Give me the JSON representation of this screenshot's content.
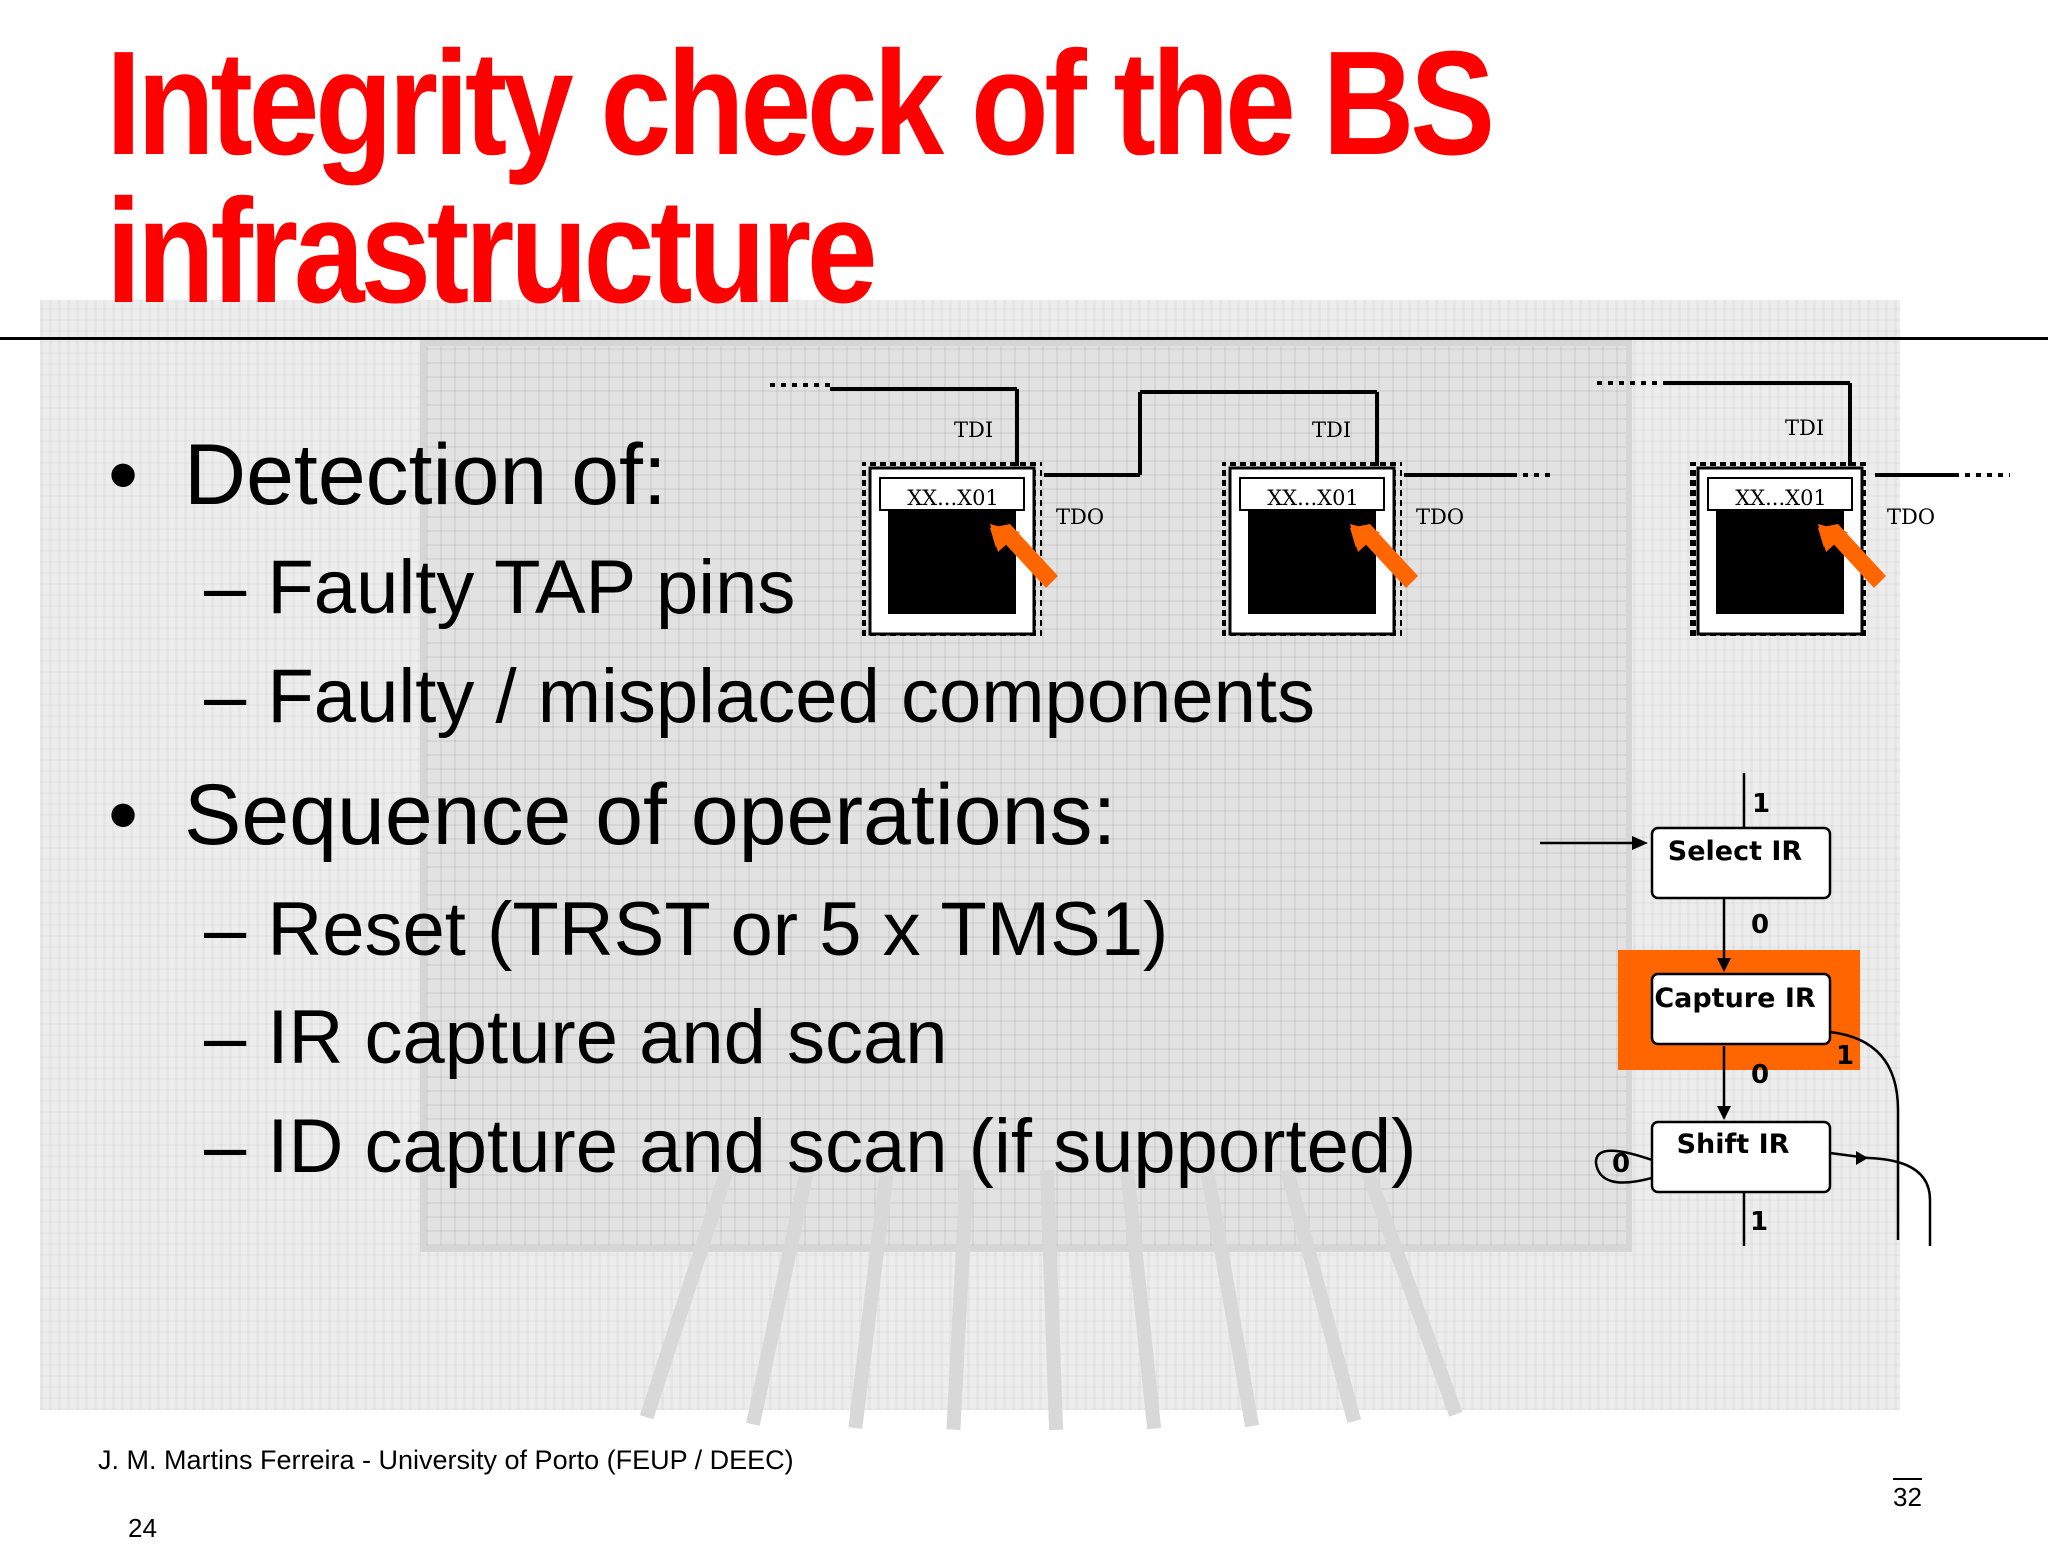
{
  "slide": {
    "title_line1": "Integrity check of the BS",
    "title_line2": "infrastructure",
    "bullets": [
      {
        "label": "Detection of:",
        "subs": [
          "– Faulty TAP pins",
          "– Faulty / misplaced components"
        ]
      },
      {
        "label": "Sequence of operations:",
        "subs": [
          "– Reset (TRST or 5 x TMS1)",
          "– IR capture and scan",
          "– ID capture and scan (if supported)"
        ]
      }
    ],
    "bullet_symbol": "•"
  },
  "chain_diagram": {
    "chips": [
      {
        "tdi": "TDI",
        "tdo": "TDO",
        "register": "XX...X01"
      },
      {
        "tdi": "TDI",
        "tdo": "TDO",
        "register": "XX...X01"
      },
      {
        "tdi": "TDI",
        "tdo": "TDO",
        "register": "XX...X01"
      }
    ],
    "continuation": "....",
    "arrow_color": "#ff6600"
  },
  "state_diagram": {
    "states": [
      "Select IR",
      "Capture IR",
      "Shift IR"
    ],
    "transition_labels": [
      "1",
      "0",
      "1",
      "0",
      "0",
      "1"
    ],
    "highlight_color": "#ff6600",
    "highlighted_state": "Capture IR"
  },
  "footer": {
    "author": "J. M. Martins Ferreira - University of Porto (FEUP / DEEC)",
    "page": "24",
    "slide_number": "32"
  }
}
